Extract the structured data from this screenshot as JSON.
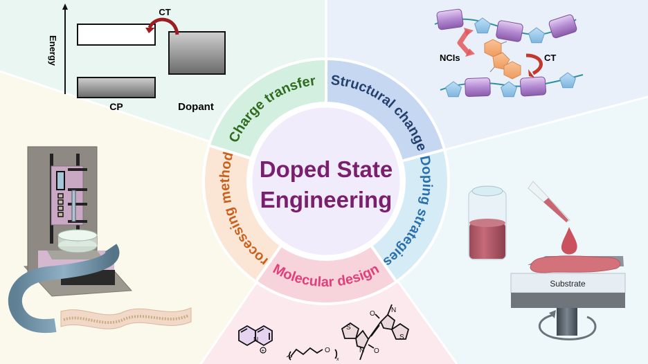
{
  "center": {
    "line1": "Doped State",
    "line2": "Engineering",
    "color": "#7a1f6e"
  },
  "ring_segments": [
    {
      "id": "charge-transfer",
      "label": "Charge transfer",
      "color": "#2f6b1f",
      "fill": "#d3efdf"
    },
    {
      "id": "structural-change",
      "label": "Structural change",
      "color": "#23406e",
      "fill": "#c6d7f2"
    },
    {
      "id": "doping-strategies",
      "label": "Doping strategies",
      "color": "#2a6fae",
      "fill": "#d5ecf7"
    },
    {
      "id": "molecular-design",
      "label": "Molecular design",
      "color": "#e0407a",
      "fill": "#f7d3dc"
    },
    {
      "id": "processing-methods",
      "label": "Processing methods",
      "color": "#c8601e",
      "fill": "#fbe6d5"
    }
  ],
  "energy_diagram": {
    "axis_label": "Energy",
    "ct_label": "CT",
    "cp_label": "CP",
    "dopant_label": "Dopant"
  },
  "structural_panel": {
    "ncis_label": "NCIs",
    "ct_label": "CT"
  },
  "doping_panel": {
    "substrate_label": "Substrate"
  },
  "molecular_panel": {
    "plus_sign": "+",
    "n_label": "N",
    "s_label": "S",
    "o_label": "O",
    "x_label": "x"
  },
  "colors": {
    "bg_top_left": "#e9f6f2",
    "bg_top_right": "#e9f0fa",
    "bg_right": "#eef8fa",
    "bg_bottom": "#fbe9ee",
    "bg_left": "#fbf9ec",
    "center_fill": "#f1ecfb"
  }
}
